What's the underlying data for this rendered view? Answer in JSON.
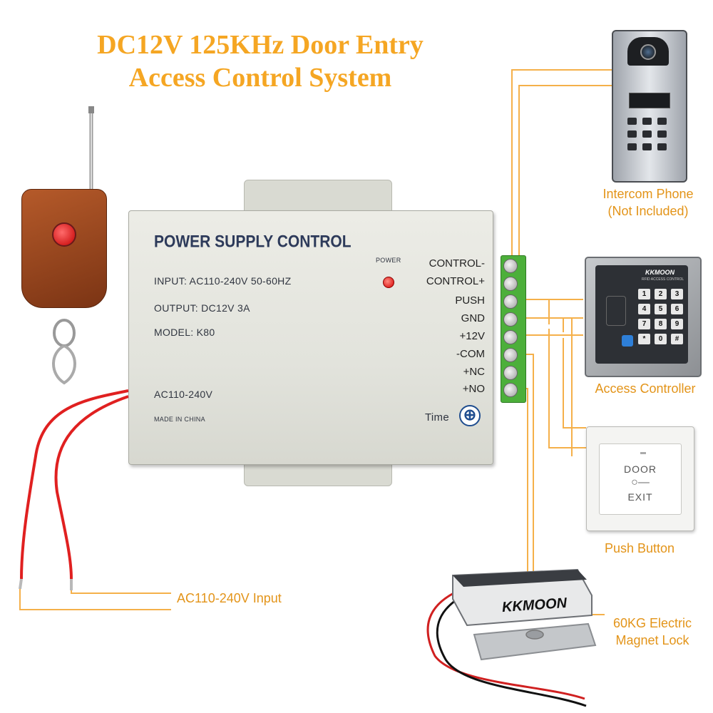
{
  "title": {
    "line1": "DC12V 125KHz Door Entry",
    "line2": "Access Control System"
  },
  "power_supply": {
    "heading": "POWER SUPPLY CONTROL",
    "input": "INPUT: AC110-240V  50-60HZ",
    "output": "OUTPUT: DC12V   3A",
    "model": "MODEL: K80",
    "ac_label": "AC110-240V",
    "made_in": "MADE IN CHINA",
    "power_led_label": "POWER",
    "time_label": "Time",
    "terminals": [
      "CONTROL-",
      "CONTROL+",
      "PUSH",
      "GND",
      "+12V",
      "-COM",
      "+NC",
      "+NO"
    ]
  },
  "components": {
    "intercom": {
      "line1": "Intercom Phone",
      "line2": "(Not Included)"
    },
    "access_controller": "Access Controller",
    "push_button": "Push Button",
    "magnet_lock": {
      "line1": "60KG Electric",
      "line2": "Magnet Lock"
    },
    "ac_input": "AC110-240V Input"
  },
  "push_button_face": {
    "door": "DOOR",
    "exit": "EXIT"
  },
  "access_controller_face": {
    "brand": "KKMOON",
    "subtitle": "RFID ACCESS CONTROL",
    "keys": [
      "1",
      "2",
      "3",
      "4",
      "5",
      "6",
      "7",
      "8",
      "9",
      "*",
      "0",
      "#"
    ]
  },
  "lock_brand": "KKMOON",
  "colors": {
    "title": "#f5a623",
    "label": "#e39419",
    "wire_orange": "#f5b04a",
    "wire_red": "#e02020",
    "terminal_green": "#4caf3a"
  }
}
